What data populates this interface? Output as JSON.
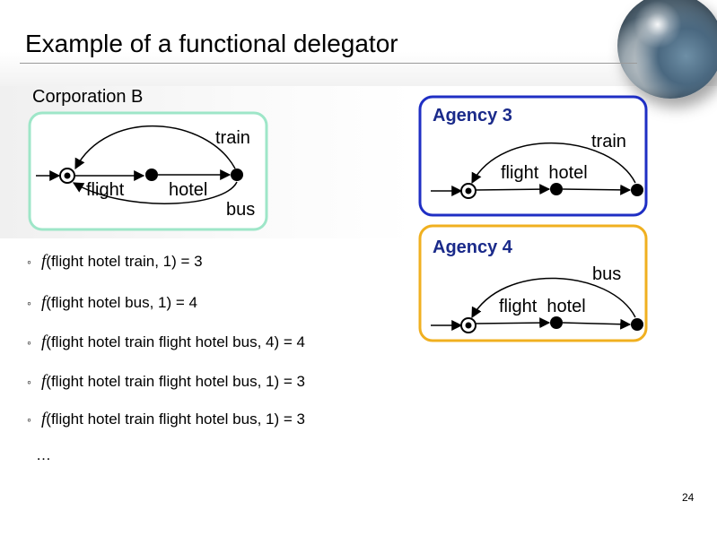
{
  "slide": {
    "title": "Example of a functional delegator",
    "page_number": "24"
  },
  "corporation": {
    "label": "Corporation B",
    "edges": {
      "train": "train",
      "flight": "flight",
      "hotel": "hotel",
      "bus": "bus"
    }
  },
  "agency3": {
    "label": "Agency 3",
    "edges": {
      "train": "train",
      "flight_hotel": "flight  hotel"
    }
  },
  "agency4": {
    "label": "Agency 4",
    "edges": {
      "bus": "bus",
      "flight_hotel": "flight  hotel"
    }
  },
  "bullets": [
    {
      "mark": "◦",
      "fn": "f",
      "text": "(flight hotel train, 1) = 3"
    },
    {
      "mark": "◦",
      "fn": "f",
      "text": "(flight hotel bus, 1) = 4"
    },
    {
      "mark": "◦",
      "fn": "f",
      "text": "(flight hotel train flight hotel bus, 4) = 4"
    },
    {
      "mark": "◦",
      "fn": "f",
      "text": "(flight hotel train flight hotel bus, 1) = 3"
    },
    {
      "mark": "◦",
      "fn": "f",
      "text": "(flight hotel train flight hotel bus, 1) = 3"
    },
    {
      "mark": "",
      "fn": "",
      "text": "…"
    }
  ],
  "colors": {
    "corporation_border": "#9ee6c8",
    "agency3_border": "#1f2fc4",
    "agency4_border": "#f0b020",
    "agency_label": "#1a2a8a"
  }
}
